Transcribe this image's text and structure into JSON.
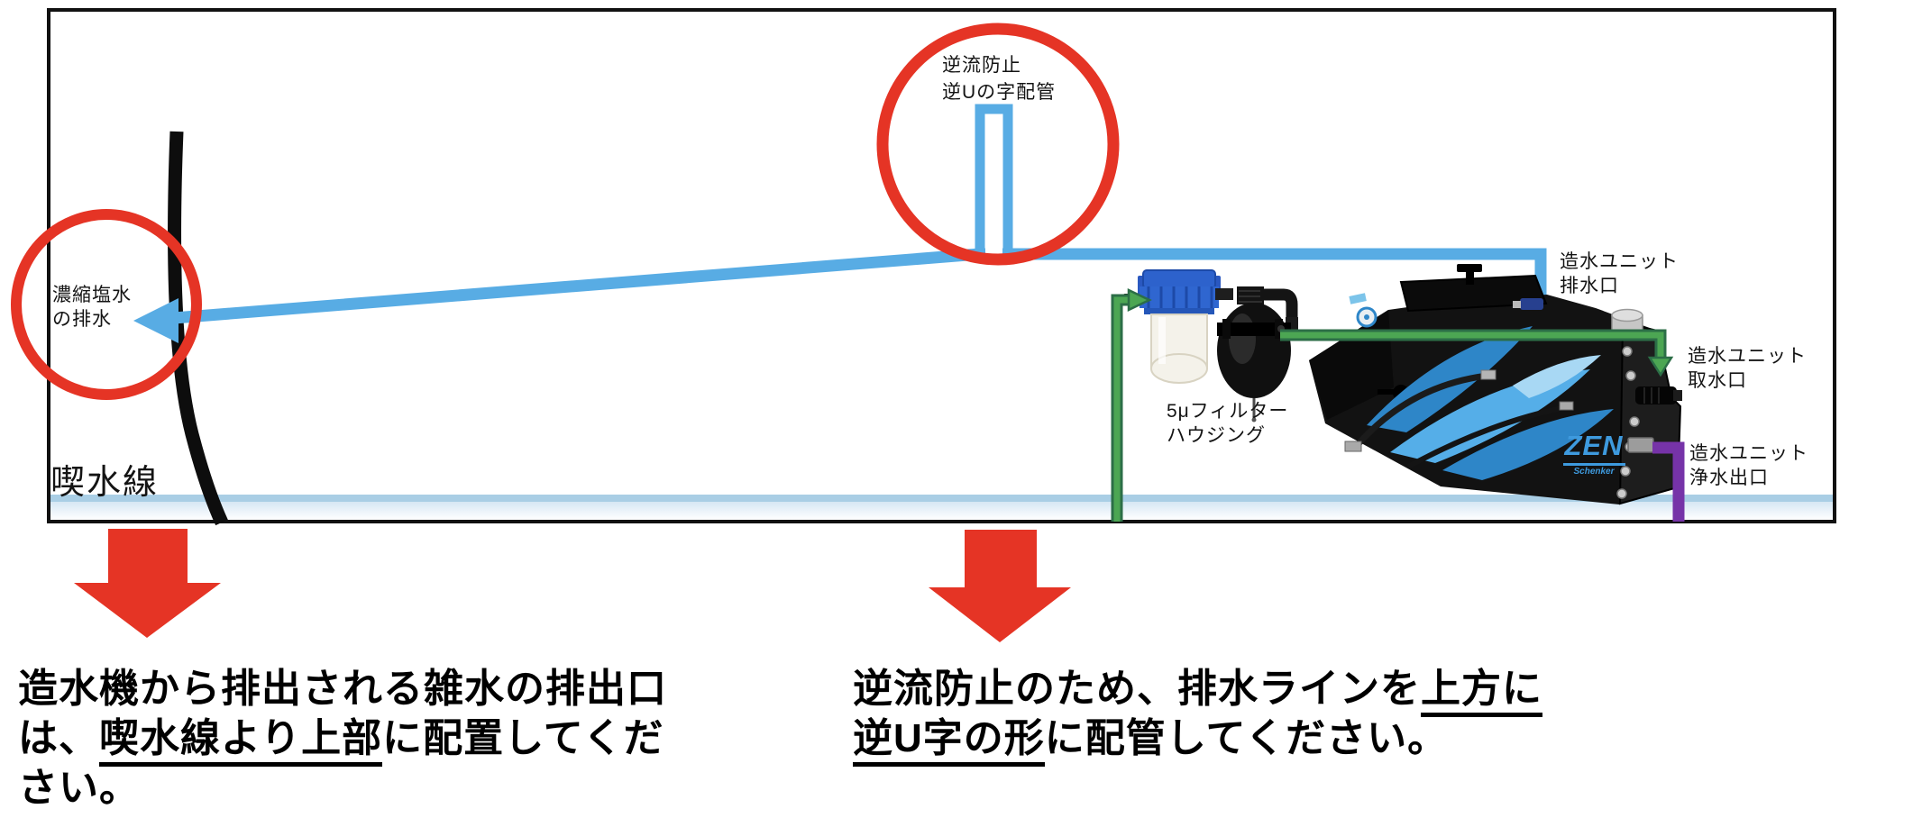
{
  "colors": {
    "pipe_blue": "#58ace4",
    "waterline_blue": "#a9cee5",
    "pipe_green": "#4ca653",
    "pipe_green_dark": "#2c6e47",
    "pipe_purple": "#7633a8",
    "highlight_red": "#e53425",
    "hull_black": "#0d0d0d"
  },
  "diagram": {
    "top_circle_label": "逆流防止\n逆Uの字配管",
    "brine_label": "濃縮塩水\nの排水",
    "waterline_label": "喫水線",
    "filter_label": "5μフィルター\nハウジング",
    "drain_port_label": "造水ユニット\n排水口",
    "intake_port_label": "造水ユニット\n取水口",
    "product_port_label": "造水ユニット\n浄水出口",
    "unit_logo": "ZEN",
    "unit_logo_sub": "Schenker"
  },
  "notes": {
    "left": {
      "lines": [
        [
          {
            "t": "造水機から排出される雑水の排出口",
            "u": false
          }
        ],
        [
          {
            "t": "は、",
            "u": false
          },
          {
            "t": "喫水線より上部",
            "u": true
          },
          {
            "t": "に配置してくだ",
            "u": false
          }
        ],
        [
          {
            "t": "さい。",
            "u": false
          }
        ]
      ]
    },
    "right": {
      "lines": [
        [
          {
            "t": "逆流防止のため、排水ラインを",
            "u": false
          },
          {
            "t": "上方に",
            "u": true
          }
        ],
        [
          {
            "t": "逆U字の形",
            "u": true
          },
          {
            "t": "に配管してください。",
            "u": false
          }
        ]
      ]
    }
  }
}
